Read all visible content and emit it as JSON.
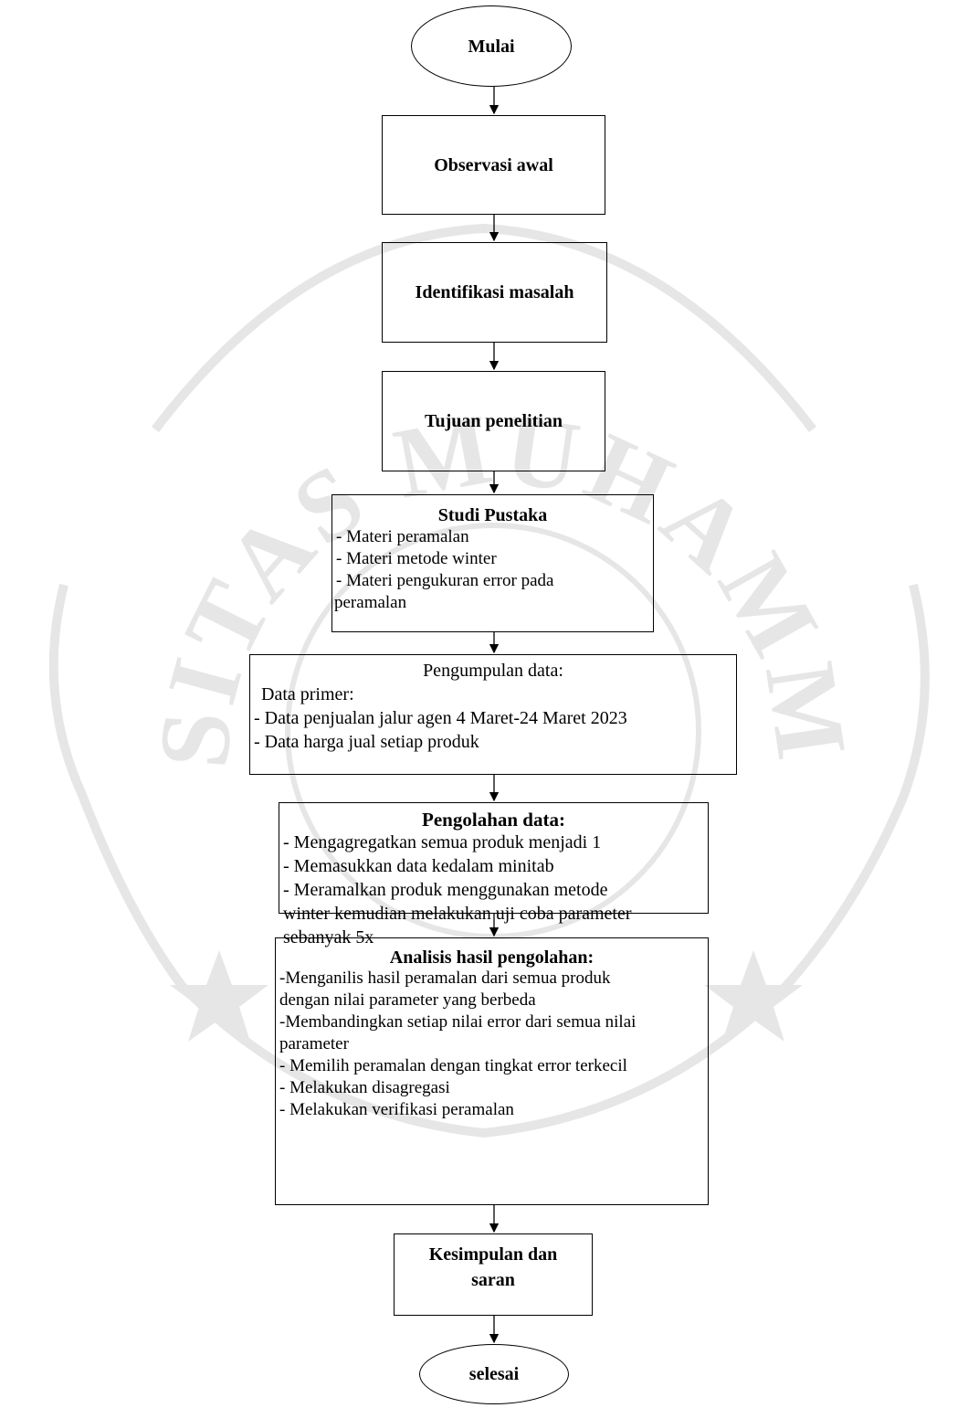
{
  "flowchart": {
    "start": "Mulai",
    "steps": [
      {
        "title": "Observasi awal"
      },
      {
        "title": "Identifikasi masalah"
      },
      {
        "title": "Tujuan penelitian"
      },
      {
        "title": "Studi Pustaka",
        "items": [
          "- Materi peramalan",
          "- Materi metode winter",
          "- Materi pengukuran error pada",
          "peramalan"
        ]
      },
      {
        "title": "Pengumpulan data:",
        "subtitle": "Data primer:",
        "items": [
          "- Data penjualan jalur agen 4 Maret-24 Maret 2023",
          "- Data harga jual setiap produk"
        ]
      },
      {
        "title": "Pengolahan data:",
        "items": [
          "- Mengagregatkan semua produk menjadi 1",
          "- Memasukkan data kedalam minitab",
          "- Meramalkan produk menggunakan metode",
          "winter kemudian melakukan uji coba parameter",
          "sebanyak 5x"
        ]
      },
      {
        "title": "Analisis hasil pengolahan:",
        "items": [
          "-Menganilis hasil peramalan dari semua produk",
          "dengan nilai parameter yang berbeda",
          "-Membandingkan setiap nilai error dari semua nilai",
          "parameter",
          "- Memilih peramalan dengan tingkat error terkecil",
          "- Melakukan disagregasi",
          "- Melakukan verifikasi peramalan"
        ]
      },
      {
        "title_line1": "Kesimpulan dan",
        "title_line2": "saran"
      }
    ],
    "end": "selesai"
  },
  "watermark": {
    "text": "UNIVERSITAS MUHAMMADIYAH",
    "color": "#e6e6e6"
  }
}
